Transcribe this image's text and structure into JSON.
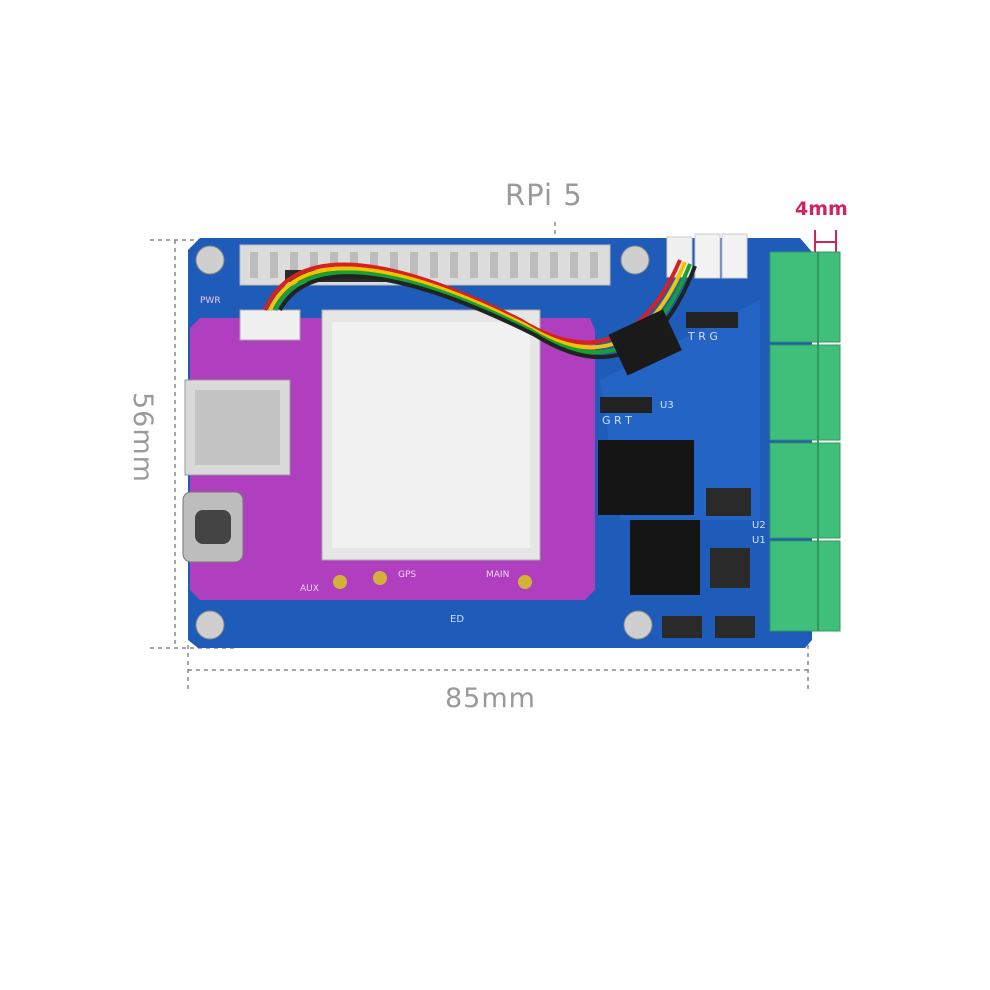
{
  "labels": {
    "top_header": "RPi 5",
    "width_dim": "85mm",
    "height_dim": "56mm",
    "terminal_gap": "4mm"
  },
  "board_text": {
    "pwr": "PWR",
    "u3": "U3",
    "u2": "U2",
    "u1": "U1",
    "trg": "T R G",
    "grt": "G R T",
    "aux": "AUX",
    "gps": "GPS",
    "main": "MAIN",
    "ed": "ED"
  },
  "colors": {
    "base_board": "#1f5bb8",
    "module_board": "#b03fbf",
    "terminal_block": "#3fbf7a",
    "dim_line": "#8a8a8a",
    "accent": "#d1245f"
  }
}
